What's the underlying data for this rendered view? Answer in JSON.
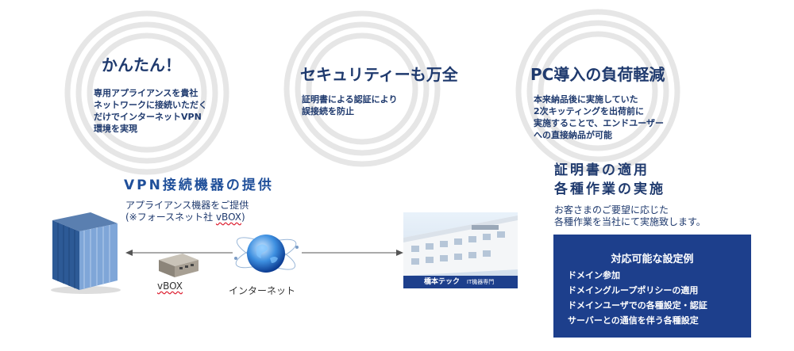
{
  "features": [
    {
      "title": "かんたん！",
      "lines": [
        "専用アプライアンスを貴社",
        "ネットワークに接続いただく",
        "だけでインターネットVPN",
        "環境を実現"
      ]
    },
    {
      "title": "セキュリティーも万全",
      "lines": [
        "証明書による認証により",
        "誤接続を防止"
      ]
    },
    {
      "title": "PC導入の負荷軽減",
      "lines": [
        "本来納品後に実施していた",
        "2次キッティングを出荷前に",
        "実施することで、エンドユーザー",
        "への直接納品が可能"
      ]
    }
  ],
  "vpn": {
    "title": "VPN接続機器の提供",
    "desc1": "アプライアンス機器をご提供",
    "desc2_pre": "(※フォースネット社 ",
    "desc2_brand": "vBOX",
    "desc2_post": ")"
  },
  "diagram": {
    "vbox_label": "vBOX",
    "internet_label": "インターネット",
    "facility_caption_main": "橋本テック",
    "facility_caption_sub": "IT機器専門"
  },
  "cert": {
    "title_line1": "証明書の適用",
    "title_line2": "各種作業の実施",
    "desc1": "お客さまのご要望に応じた",
    "desc2": "各種作業を当社にて実施致します。"
  },
  "settings": {
    "title": "対応可能な設定例",
    "items": [
      "ドメイン参加",
      "ドメイングループポリシーの適用",
      "ドメインユーザでの各種設定・認証",
      "サーバーとの通信を伴う各種設定"
    ]
  }
}
